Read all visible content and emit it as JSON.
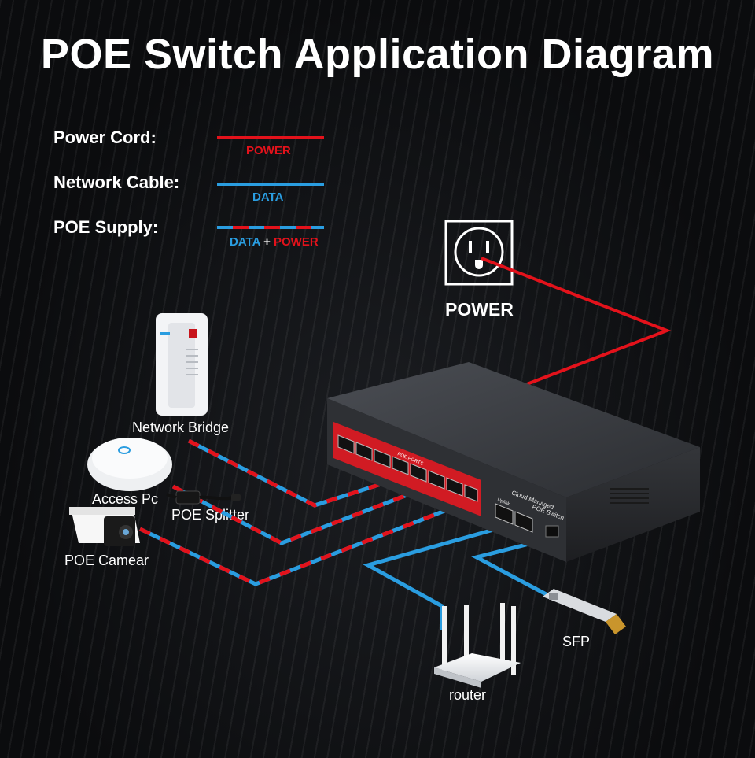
{
  "title": "POE Switch Application Diagram",
  "legend": {
    "power_cord_label": "Power Cord:",
    "power_cord_caption": "POWER",
    "network_cable_label": "Network Cable:",
    "network_cable_caption": "DATA",
    "poe_supply_label": "POE Supply:",
    "poe_supply_caption_data": "DATA",
    "poe_supply_caption_plus": "+",
    "poe_supply_caption_power": "POWER"
  },
  "colors": {
    "power": "#e3121b",
    "data": "#2a9de0"
  },
  "power_outlet": {
    "icon": "power-outlet-icon",
    "label": "POWER"
  },
  "switch": {
    "brand": "Cloud Managed",
    "model": "POE Switch",
    "port_strip_text": "POE PORTS",
    "uplink_text": "Uplink"
  },
  "devices": {
    "network_bridge": "Network Bridge",
    "access_point": "Access Pc",
    "poe_splitter": "POE Splitter",
    "poe_camera": "POE Camear",
    "router": "router",
    "sfp": "SFP"
  }
}
